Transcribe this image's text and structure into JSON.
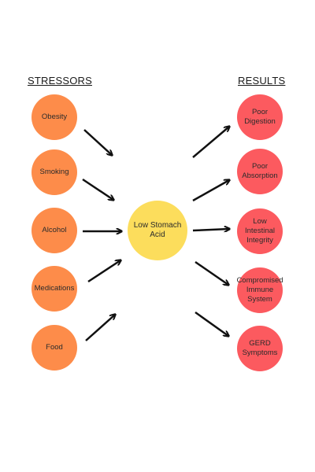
{
  "headings": {
    "left": "STRESSORS",
    "right": "RESULTS"
  },
  "center": {
    "label": "Low Stomach\nAcid",
    "color": "#fcdd5c"
  },
  "stressors": [
    {
      "label": "Obesity"
    },
    {
      "label": "Smoking"
    },
    {
      "label": "Alcohol"
    },
    {
      "label": "Medications"
    },
    {
      "label": "Food"
    }
  ],
  "results": [
    {
      "label": "Poor\nDigestion"
    },
    {
      "label": "Poor\nAbsorption"
    },
    {
      "label": "Low\nIntestinal\nIntegrity"
    },
    {
      "label": "Compromised\nImmune\nSystem"
    },
    {
      "label": "GERD\nSymptoms"
    }
  ],
  "colors": {
    "stressor": "#fd8c4a",
    "result": "#fc5a5f",
    "arrow": "#111111"
  }
}
